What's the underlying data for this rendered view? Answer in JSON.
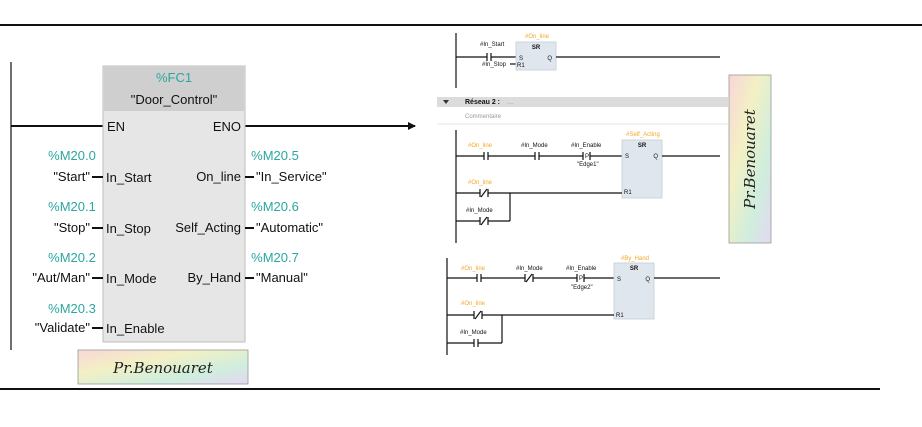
{
  "fbd": {
    "block_name": "%FC1",
    "block_title": "\"Door_Control\"",
    "en": "EN",
    "eno": "ENO",
    "inputs": [
      {
        "address": "%M20.0",
        "tag": "\"Start\"",
        "pin": "In_Start"
      },
      {
        "address": "%M20.1",
        "tag": "\"Stop\"",
        "pin": "In_Stop"
      },
      {
        "address": "%M20.2",
        "tag": "\"Aut/Man\"",
        "pin": "In_Mode"
      },
      {
        "address": "%M20.3",
        "tag": "\"Validate\"",
        "pin": "In_Enable"
      }
    ],
    "outputs": [
      {
        "address": "%M20.5",
        "tag": "\"In_Service\"",
        "pin": "On_line"
      },
      {
        "address": "%M20.6",
        "tag": "\"Automatic\"",
        "pin": "Self_Acting"
      },
      {
        "address": "%M20.7",
        "tag": "\"Manual\"",
        "pin": "By_Hand"
      }
    ]
  },
  "watermark": "Pr.Benouaret",
  "ladder": {
    "net1": {
      "coil_tag": "#On_line",
      "block": "SR",
      "in_start": "#In_Start",
      "in_stop": "#In_Stop",
      "s": "S",
      "r1": "R1",
      "q": "Q"
    },
    "network2_label": "Réseau 2 :",
    "network2_dots": "....",
    "comment": "Commentaire",
    "net2": {
      "c1": "#On_line",
      "c2": "#In_Mode",
      "c3": "#In_Enable",
      "p": "P",
      "edge": "\"Edge1\"",
      "coil_tag": "#Self_Acting",
      "block": "SR",
      "s": "S",
      "q": "Q",
      "r1": "R1",
      "r_a": "#On_line",
      "r_b": "#In_Mode"
    },
    "net3": {
      "c1": "#On_line",
      "c2": "#In_Mode",
      "c3": "#In_Enable",
      "p": "P",
      "edge": "\"Edge2\"",
      "coil_tag": "#By_Hand",
      "block": "SR",
      "s": "S",
      "q": "Q",
      "r1": "R1",
      "r_a": "#On_line",
      "r_b": "#In_Mode"
    }
  },
  "colors": {
    "teal": "#2aa7a0",
    "orange": "#f5a623",
    "block": "#e6e6e6"
  }
}
